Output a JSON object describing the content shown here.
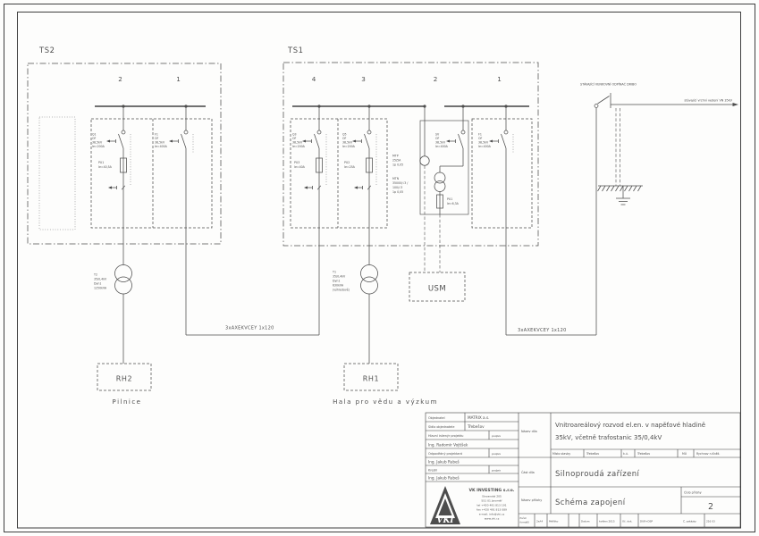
{
  "drawing": {
    "ts2": {
      "title": "TS2",
      "bay_numbers": [
        "2",
        "1"
      ],
      "bay2": {
        "switch": [
          "Q1",
          "OF",
          "38,5kV",
          "Ie=200A"
        ],
        "fuse": [
          "PU1",
          "Ie=40,5A"
        ]
      },
      "bay1": {
        "switch": [
          "F1",
          "OF",
          "38,5kV",
          "Ie=400A"
        ]
      },
      "transformer": [
        "T2",
        "35/0,4kV",
        "Dyn1",
        "1250kVA"
      ],
      "dest_box": "RH2",
      "dest_caption": "Pilnice"
    },
    "ts1": {
      "title": "TS1",
      "bay_numbers": [
        "4",
        "3",
        "2",
        "1"
      ],
      "bay4": {
        "switch": [
          "Q3",
          "OF",
          "38,5kV",
          "Ie=200A"
        ],
        "fuse": [
          "PU3",
          "Ie=40A"
        ]
      },
      "bay3": {
        "switch": [
          "Q5",
          "OF",
          "38,5kV",
          "Ie=200A"
        ],
        "fuse": [
          "PU2",
          "Ie=25A"
        ]
      },
      "bay2": {
        "switch": [
          "SV",
          "OF",
          "38,5kV",
          "Ie=400A"
        ],
        "mtp": [
          "MTP",
          "25/5A",
          "1p 0,05"
        ],
        "mtn": [
          "MTN",
          "35000/√3 /",
          "100/√3",
          "1p 0,05"
        ],
        "fuse": [
          "PU1",
          "Ie=6,3A"
        ]
      },
      "bay1": {
        "switch": [
          "F1",
          "OF",
          "38,5kV",
          "Ie=400A"
        ]
      },
      "transformer": [
        "T1",
        "35/0,4kV",
        "Dyn1",
        "630kVA",
        "(výhledově)"
      ],
      "dest_box": "RH1",
      "dest_caption": "Hala pro vědu a výzkum",
      "usm_box": "USM"
    },
    "cables": {
      "left": "3xAXEKVCEY 1x120",
      "right": "3xAXEKVCEY 1x120"
    },
    "overhead": {
      "title": "STÁVAJÍCÍ VENKOVNÍ ODPÍNAČ DRIBO",
      "line_label": "stávající vrchní vedení VN 35kV"
    }
  },
  "titleblock": {
    "rows": [
      {
        "label": "Objednatel",
        "value": "MATRIX a.s."
      },
      {
        "label": "Sídlo objednatele",
        "value": "Třebešov"
      },
      {
        "label": "Hlavní inženýr projektu",
        "value": "podpis"
      },
      {
        "label": "Ing. Radomír Vojtíšek",
        "value": ""
      },
      {
        "label": "Odpovědný projektant",
        "value": "podpis"
      },
      {
        "label": "Ing. Jakub Rubeš",
        "value": ""
      },
      {
        "label": "Kreslil",
        "value": "podpis"
      },
      {
        "label": "Ing. Jakub Rubeš",
        "value": ""
      }
    ],
    "company": {
      "logo": "VKI",
      "name": "VK INVESTING s.r.o.",
      "address": [
        "Slovanská 205",
        "551 01 Jaroměř",
        "tel +420 491 813 191",
        "fax +420 491 813 089",
        "e-mail: info@vki.cz",
        "www.vki.cz"
      ]
    },
    "project": {
      "label": "Název díla",
      "line1": "Vnitroareálový rozvod el.en. v napěťové hladině",
      "line2": "35kV, včetně trafostanic 35/0,4kV"
    },
    "location": [
      "Místo stavby",
      "Třebešov",
      "k.ú.",
      "Třebešov",
      "MÚ",
      "Rychnov n.Kněž."
    ],
    "part": {
      "label": "Část díla",
      "value": "Silnoproudá zařízení"
    },
    "attachment": {
      "label": "Název přílohy",
      "value": "Schéma zapojení",
      "number_label": "Číslo přílohy",
      "number": "2"
    },
    "footer": {
      "format1": "Počet",
      "format2": "formátů",
      "cells": [
        "2xA4",
        "Měřítko",
        "",
        "Datum",
        "květen 2015",
        "Úč. dok.",
        "DUR+DSP",
        "Č. zakázky",
        "216 03"
      ]
    }
  }
}
